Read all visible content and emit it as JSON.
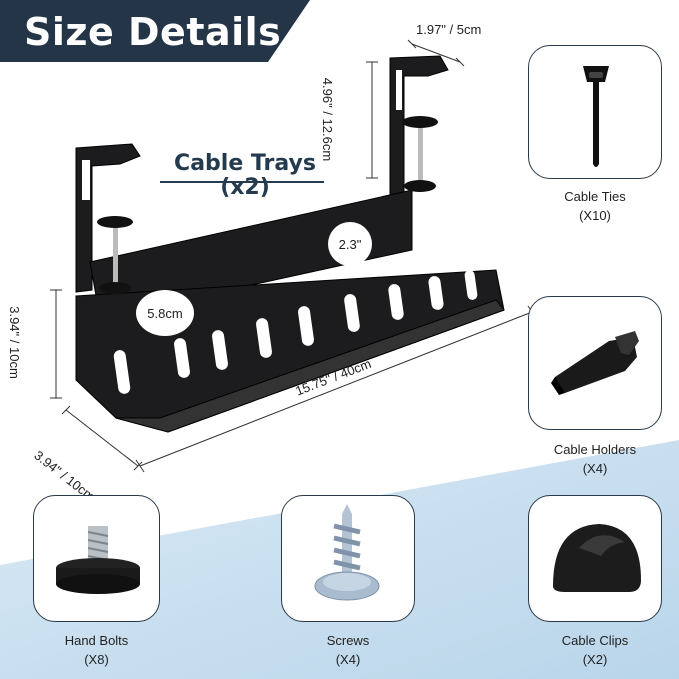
{
  "header": {
    "title": "Size Details"
  },
  "main_product": {
    "title_line1": "Cable Trays",
    "title_line2": "(x2)"
  },
  "dimensions": {
    "bracket_width": "1.97\" / 5cm",
    "bracket_height": "4.96\" / 12.6cm",
    "tray_height": "3.94\" / 10cm",
    "tray_depth": "3.94\" / 10cm",
    "tray_length": "15.75\" / 40cm",
    "large_hole": "5.8cm",
    "small_hole": "2.3\""
  },
  "accessories": [
    {
      "name": "Cable Ties",
      "qty": "(X10)",
      "icon": "cable-tie-icon"
    },
    {
      "name": "Cable Holders",
      "qty": "(X4)",
      "icon": "cable-holder-icon"
    },
    {
      "name": "Hand Bolts",
      "qty": "(X8)",
      "icon": "hand-bolt-icon"
    },
    {
      "name": "Screws",
      "qty": "(X4)",
      "icon": "screw-icon"
    },
    {
      "name": "Cable Clips",
      "qty": "(X2)",
      "icon": "cable-clip-icon"
    }
  ],
  "colors": {
    "navy": "#233546",
    "light_blue": "#c6deef",
    "accent_text": "#243a4f"
  }
}
